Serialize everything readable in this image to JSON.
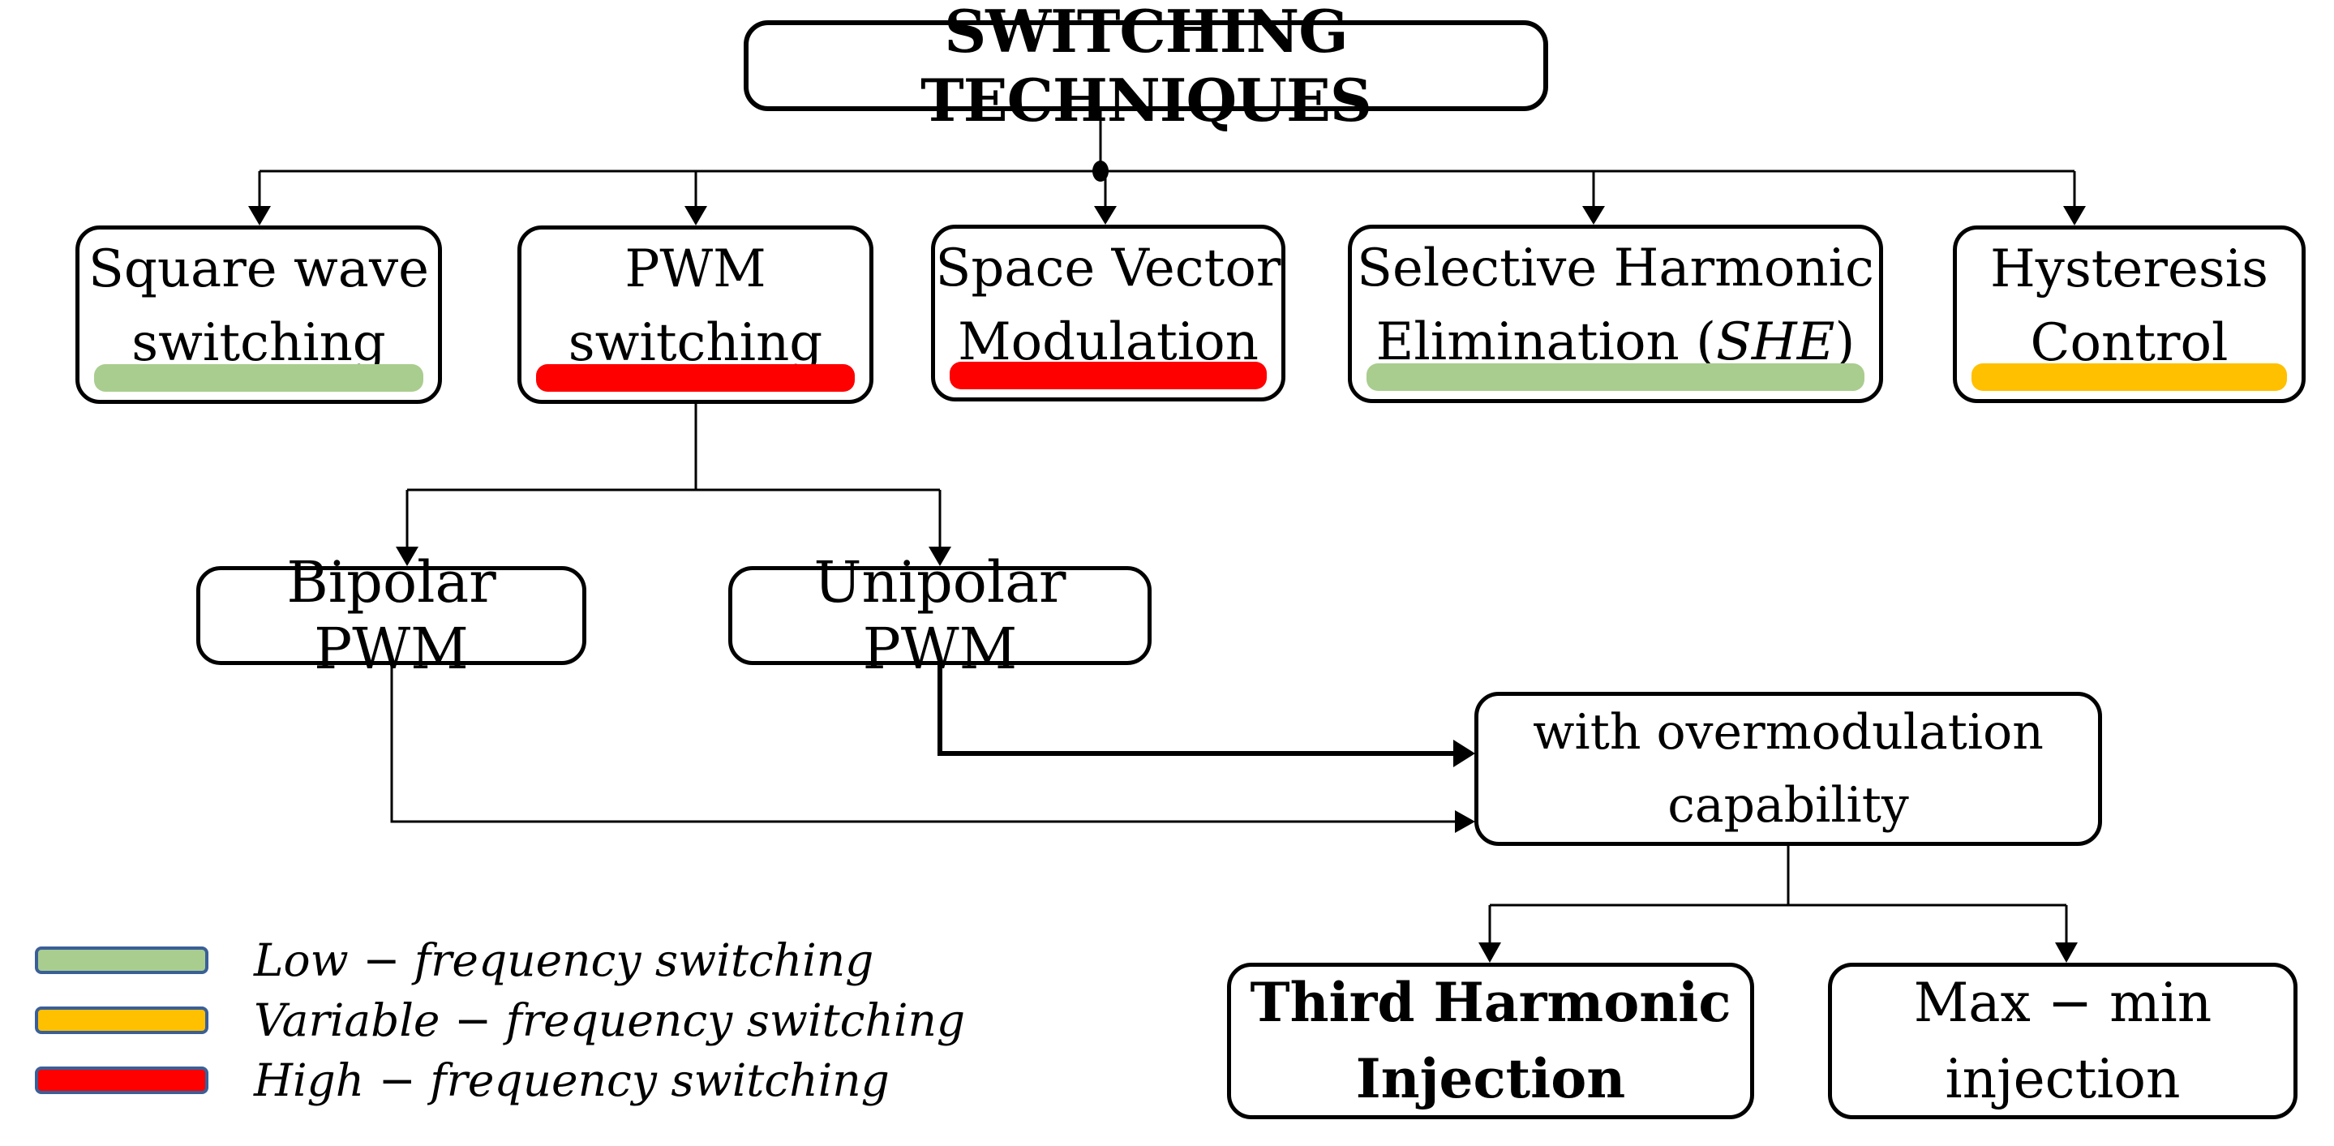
{
  "title": "SWITCHING TECHNIQUES",
  "colors": {
    "low": "#a9cd8e",
    "variable": "#ffc000",
    "high": "#fe0000",
    "swatch_border": "#3a5f98",
    "line": "#000000"
  },
  "nodes": {
    "level1": [
      {
        "lines": [
          "Square wave",
          "switching"
        ],
        "bar": "low"
      },
      {
        "lines": [
          "PWM",
          "switching"
        ],
        "bar": "high"
      },
      {
        "lines": [
          "Space Vector",
          "Modulation"
        ],
        "bar": "high"
      },
      {
        "lines": [
          "Selective Harmonic"
        ],
        "line2": {
          "pre": "Elimination (",
          "she": "SHE",
          "post": ")"
        },
        "bar": "low"
      },
      {
        "lines": [
          "Hysteresis",
          "Control"
        ],
        "bar": "variable"
      }
    ],
    "level2": [
      {
        "label": "Bipolar PWM"
      },
      {
        "label": "Unipolar PWM"
      }
    ],
    "overmodulation": {
      "lines": [
        "with overmodulation",
        "capability"
      ]
    },
    "level4": [
      {
        "lines": [
          "Third Harmonic",
          "Injection"
        ]
      },
      {
        "lines": [
          "Max − min",
          "injection"
        ]
      }
    ]
  },
  "legend": [
    {
      "key": "low",
      "label": "Low − frequency switching"
    },
    {
      "key": "variable",
      "label": "Variable − frequency switching"
    },
    {
      "key": "high",
      "label": "High − frequency switching"
    }
  ]
}
